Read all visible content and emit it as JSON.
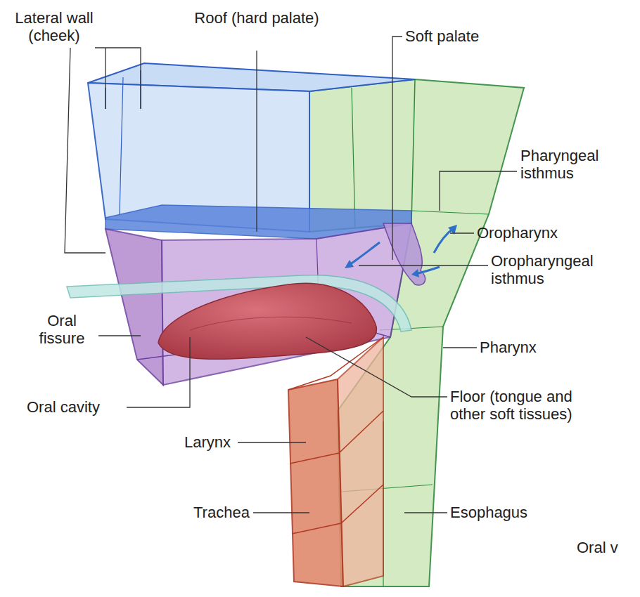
{
  "diagram": {
    "labels": [
      "Lateral wall (cheek)",
      "Roof (hard palate)",
      "Soft palate",
      "Pharyngeal isthmus",
      "Oropharynx",
      "Oropharyngeal isthmus",
      "Oral fissure",
      "Pharynx",
      "Oral cavity",
      "Floor (tongue and other soft tissues)",
      "Larynx",
      "Trachea",
      "Esophagus",
      "Oral v"
    ]
  }
}
